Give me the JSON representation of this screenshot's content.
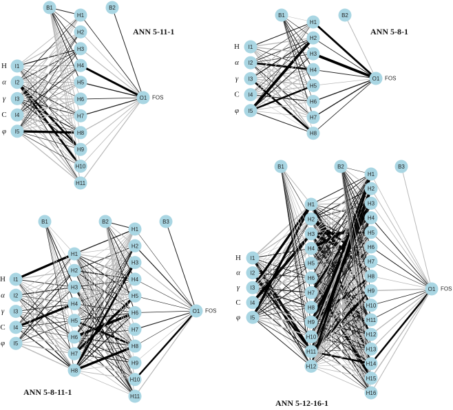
{
  "networks": [
    {
      "title": "ANN 5-11-1",
      "inputs": [
        "I1",
        "I2",
        "I3",
        "I4",
        "I5"
      ],
      "input_vars": [
        "H",
        "α",
        "γ",
        "C",
        "φ"
      ],
      "hidden_layers": [
        [
          "H1",
          "H2",
          "H3",
          "H4",
          "H5",
          "H6",
          "H7",
          "H8",
          "H9",
          "H10",
          "H11"
        ]
      ],
      "biases": [
        "B1",
        "B2"
      ],
      "output": "O1",
      "output_var": "FOS"
    },
    {
      "title": "ANN 5-8-1",
      "inputs": [
        "I1",
        "I2",
        "I3",
        "I4",
        "I5"
      ],
      "input_vars": [
        "H",
        "α",
        "γ",
        "C",
        "φ"
      ],
      "hidden_layers": [
        [
          "H1",
          "H2",
          "H3",
          "H4",
          "H5",
          "H6",
          "H7",
          "H8"
        ]
      ],
      "biases": [
        "B1",
        "B2"
      ],
      "output": "O1",
      "output_var": "FOS"
    },
    {
      "title": "ANN 5-8-11-1",
      "inputs": [
        "I1",
        "I2",
        "I3",
        "I4",
        "I5"
      ],
      "input_vars": [
        "H",
        "α",
        "γ",
        "C",
        "φ"
      ],
      "hidden_layers": [
        [
          "H1",
          "H2",
          "H3",
          "H4",
          "H5",
          "H6",
          "H7",
          "H8"
        ],
        [
          "H1",
          "H2",
          "H3",
          "H4",
          "H5",
          "H6",
          "H7",
          "H8",
          "H9",
          "H10",
          "H11"
        ]
      ],
      "biases": [
        "B1",
        "B2",
        "B3"
      ],
      "output": "O1",
      "output_var": "FOS"
    },
    {
      "title": "ANN 5-12-16-1",
      "inputs": [
        "I1",
        "I2",
        "I3",
        "I4",
        "I5"
      ],
      "input_vars": [
        "H",
        "α",
        "γ",
        "C",
        "φ"
      ],
      "hidden_layers": [
        [
          "H1",
          "H2",
          "H3",
          "H4",
          "H5",
          "H6",
          "H7",
          "H8",
          "H9",
          "H10",
          "H11",
          "H12"
        ],
        [
          "H1",
          "H2",
          "H3",
          "H4",
          "H5",
          "H6",
          "H7",
          "H8",
          "H9",
          "H10",
          "H11",
          "H12",
          "H13",
          "H14",
          "H15",
          "H16"
        ]
      ],
      "biases": [
        "B1",
        "B2",
        "B3"
      ],
      "output": "O1",
      "output_var": "FOS"
    }
  ]
}
